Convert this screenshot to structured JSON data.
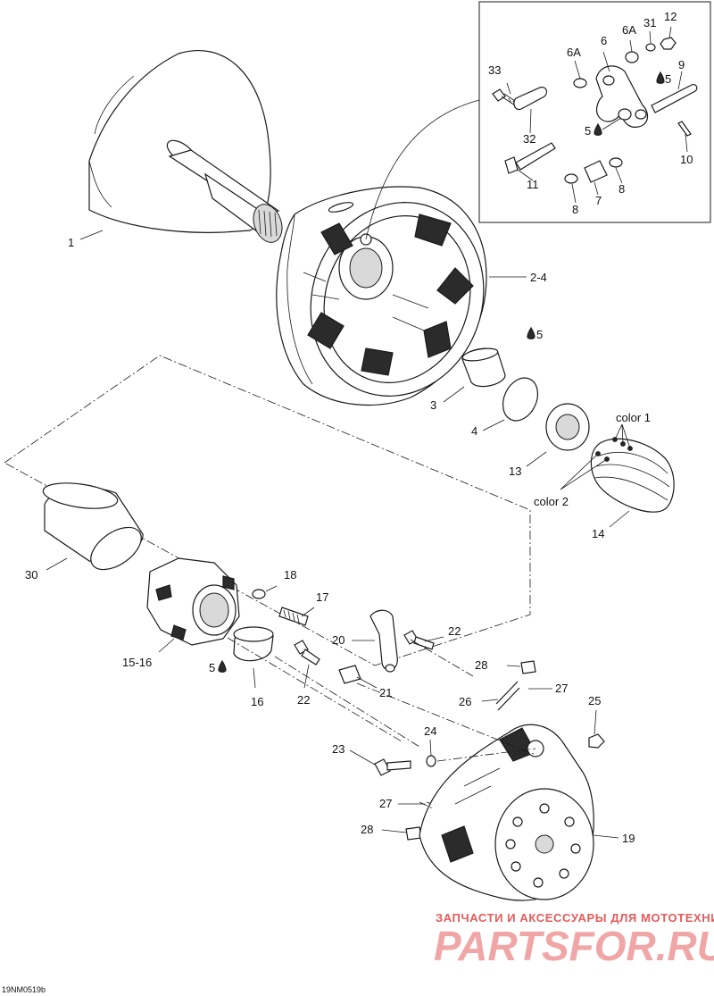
{
  "diagram_code": "19NM0519b",
  "watermark": {
    "subtitle": "ЗАПЧАСТИ И АКСЕССУАРЫ ДЛЯ МОТОТЕХНИКИ",
    "brand": "PARTSFOR.RU"
  },
  "labels": {
    "p1": "1",
    "p2_4": "2-4",
    "p3": "3",
    "p4": "4",
    "p5_a": "5",
    "p5_b": "5",
    "p5_c": "5",
    "p5_d": "5",
    "p6": "6",
    "p6a_a": "6A",
    "p6a_b": "6A",
    "p7": "7",
    "p8_a": "8",
    "p8_b": "8",
    "p9": "9",
    "p10": "10",
    "p11": "11",
    "p12": "12",
    "p13": "13",
    "p14": "14",
    "p15_16": "15-16",
    "p16": "16",
    "p17": "17",
    "p18": "18",
    "p19": "19",
    "p20": "20",
    "p21": "21",
    "p22_a": "22",
    "p22_b": "22",
    "p23": "23",
    "p24": "24",
    "p25": "25",
    "p26": "26",
    "p27_a": "27",
    "p27_b": "27",
    "p28_a": "28",
    "p28_b": "28",
    "p30": "30",
    "p31": "31",
    "p32": "32",
    "p33": "33",
    "color1": "color 1",
    "color2": "color 2"
  },
  "icons": {
    "lubricant": "oil-drop-icon"
  }
}
